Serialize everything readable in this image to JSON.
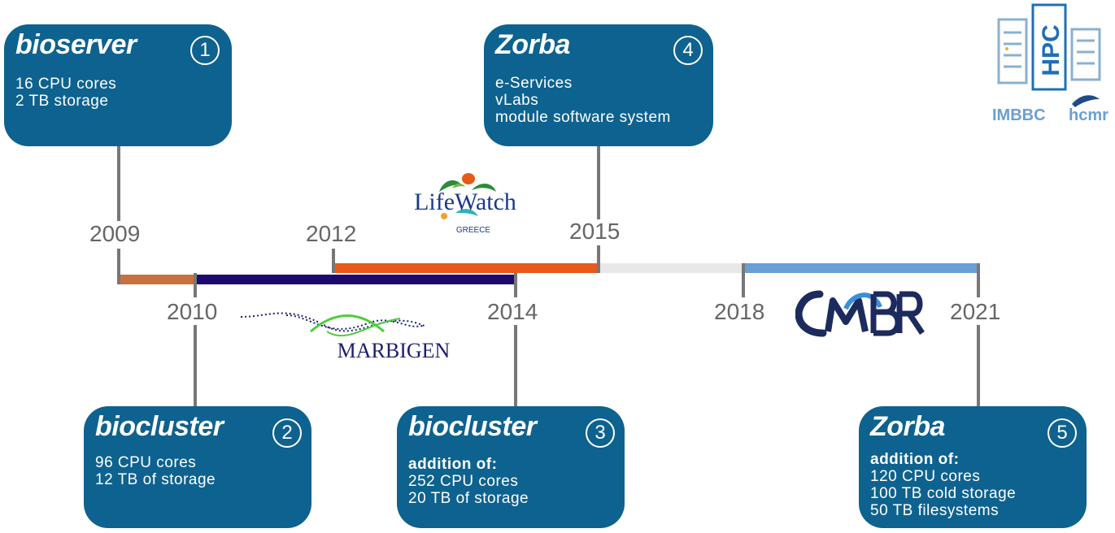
{
  "cards": [
    {
      "title": "bioserver",
      "num": "1",
      "lines": [
        "16 CPU cores",
        "2 TB storage"
      ]
    },
    {
      "title": "biocluster",
      "num": "2",
      "lines": [
        "96 CPU cores",
        "12 TB of storage"
      ]
    },
    {
      "title": "biocluster",
      "num": "3",
      "heading": "addition of:",
      "lines": [
        "252 CPU cores",
        "20 TB of storage"
      ]
    },
    {
      "title": "Zorba",
      "num": "4",
      "lines": [
        "e-Services",
        "vLabs",
        "module software system"
      ]
    },
    {
      "title": "Zorba",
      "num": "5",
      "heading": "addition of:",
      "lines": [
        "120 CPU cores",
        "100 TB cold storage",
        "50 TB filesystems"
      ]
    }
  ],
  "years": [
    "2009",
    "2010",
    "2012",
    "2014",
    "2015",
    "2018",
    "2021"
  ],
  "logos": {
    "lifewatch": {
      "name": "LifeWatch",
      "sub": "GREECE"
    },
    "marbigen": {
      "name": "MARBIGEN"
    },
    "cmbr": {
      "name": "CMBR"
    },
    "hpc": {
      "name": "HPC",
      "sub_left": "IMBBC",
      "sub_right": "hcmr"
    }
  },
  "colors": {
    "card": "#0e628f",
    "bar_2009": "#c8703f",
    "bar_marbigen": "#1c0a6e",
    "bar_lifewatch": "#e85a1a",
    "bar_gap": "#e8e8e8",
    "bar_cmbr": "#6a9fd4",
    "line": "#777777"
  }
}
